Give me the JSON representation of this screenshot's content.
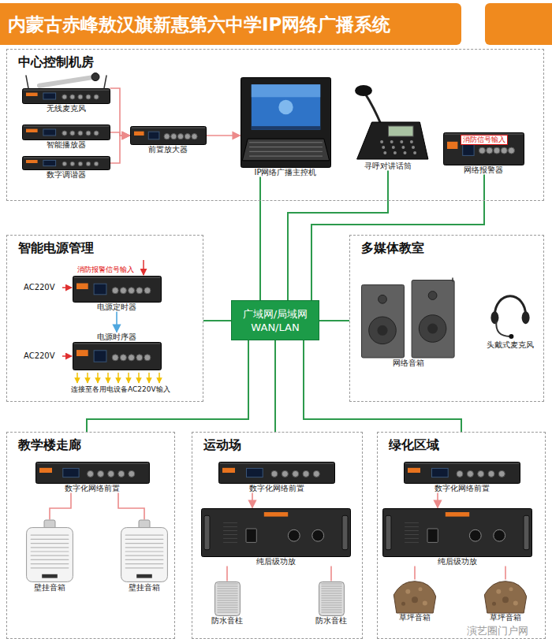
{
  "diagram": {
    "title": "内蒙古赤峰敖汉旗新惠第六中学IP网络广播系统",
    "nodes": [
      {
        "text": [
          "中心控制机房"
        ]
      },
      {
        "text": [
          "无线麦克风"
        ],
        "in": 0
      },
      {
        "text": [
          "智能播放器"
        ],
        "in": 0
      },
      {
        "text": [
          "数字调谐器"
        ],
        "in": 0
      },
      {
        "text": [
          "前置放大器"
        ],
        "in": 0
      },
      {
        "text": [
          "IP网络广播主控机"
        ],
        "in": 0
      },
      {
        "text": [
          "寻呼对讲话筒"
        ],
        "in": 0
      },
      {
        "text": [
          "网络报警器"
        ],
        "in": 0
      },
      {
        "text": [
          "智能电源管理"
        ]
      },
      {
        "text": [
          "电源定时器"
        ],
        "in": 8
      },
      {
        "text": [
          "电源时序器"
        ],
        "in": 8
      },
      {
        "text": [
          "广域网/局域网",
          "WAN/LAN"
        ]
      },
      {
        "text": [
          "多媒体教室"
        ]
      },
      {
        "text": [
          "网络音箱"
        ],
        "in": 12
      },
      {
        "text": [
          "头戴式麦克风"
        ],
        "in": 12
      },
      {
        "text": [
          "教学楼走廊"
        ]
      },
      {
        "text": [
          "数字化网络前置"
        ],
        "in": 15
      },
      {
        "text": [
          "壁挂音箱"
        ],
        "in": 15
      },
      {
        "text": [
          "壁挂音箱"
        ],
        "in": 15
      },
      {
        "text": [
          "运动场"
        ]
      },
      {
        "text": [
          "数字化网络前置"
        ],
        "in": 19
      },
      {
        "text": [
          "纯后级功放"
        ],
        "in": 19
      },
      {
        "text": [
          "防水音柱"
        ],
        "in": 19
      },
      {
        "text": [
          "防水音柱"
        ],
        "in": 19
      },
      {
        "text": [
          "绿化区域"
        ]
      },
      {
        "text": [
          "数字化网络前置"
        ],
        "in": 24
      },
      {
        "text": [
          "纯后级功放"
        ],
        "in": 24
      },
      {
        "text": [
          "草坪音箱"
        ],
        "in": 24
      },
      {
        "text": [
          "草坪音箱"
        ],
        "in": 24
      }
    ],
    "edges": [
      {
        "from": 1,
        "to": 4,
        "arrow": "to"
      },
      {
        "from": 2,
        "to": 4,
        "arrow": "to"
      },
      {
        "from": 3,
        "to": 4,
        "arrow": "to"
      },
      {
        "from": 4,
        "to": 5,
        "arrow": "to"
      },
      {
        "from": 5,
        "to": 11,
        "arrow": "none"
      },
      {
        "from": 6,
        "to": 11,
        "arrow": "none"
      },
      {
        "from": 7,
        "to": 11,
        "arrow": "none"
      },
      {
        "from": 9,
        "to": 10,
        "arrow": "to"
      },
      {
        "from": 11,
        "to": 8,
        "arrow": "none"
      },
      {
        "from": 11,
        "to": 12,
        "arrow": "none"
      },
      {
        "from": 11,
        "to": 15,
        "arrow": "none"
      },
      {
        "from": 11,
        "to": 19,
        "arrow": "none"
      },
      {
        "from": 11,
        "to": 24,
        "arrow": "none"
      },
      {
        "from": 16,
        "to": 17,
        "arrow": "none"
      },
      {
        "from": 16,
        "to": 18,
        "arrow": "none"
      },
      {
        "from": 20,
        "to": 21,
        "arrow": "to"
      },
      {
        "from": 21,
        "to": 22,
        "arrow": "none"
      },
      {
        "from": 21,
        "to": 23,
        "arrow": "none"
      },
      {
        "from": 25,
        "to": 26,
        "arrow": "to"
      },
      {
        "from": 26,
        "to": 27,
        "arrow": "none"
      },
      {
        "from": 26,
        "to": 28,
        "arrow": "none"
      }
    ],
    "labels": [
      "消防信号输入",
      "消防报警信号输入",
      "AC220V",
      "AC220V",
      "连接至各用电设备AC220V输入",
      "演艺圈门户网"
    ]
  }
}
